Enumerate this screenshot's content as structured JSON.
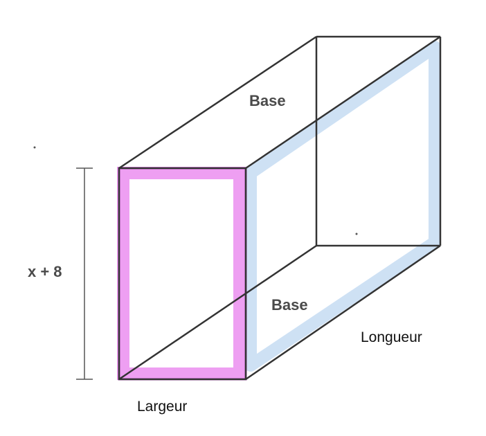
{
  "labels": {
    "base_top": "Base",
    "base_bottom": "Base",
    "height": "x + 8",
    "length": "Longueur",
    "width": "Largeur"
  },
  "colors": {
    "width_face": "#ee9ff2",
    "width_face_edge": "#c04fc8",
    "length_face": "#c9def3",
    "edges": "#333333"
  }
}
